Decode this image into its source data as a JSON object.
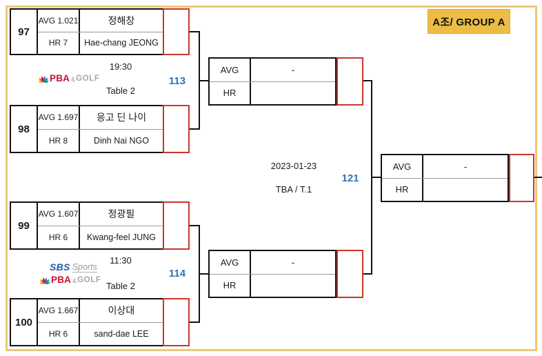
{
  "group": {
    "label": "A조/ GROUP A"
  },
  "colors": {
    "frame_gold": "#EBC878",
    "badge_yellow": "#ECBC45",
    "bracket_red": "#C9362B",
    "match_number_blue": "#2E74B5",
    "pba_red": "#C8102E",
    "sbs_blue": "#1E5DA8"
  },
  "players": [
    {
      "seed": "97",
      "avg": "AVG 1.021",
      "hr": "HR 7",
      "name_kr": "정해창",
      "name_en": "Hae-chang JEONG"
    },
    {
      "seed": "98",
      "avg": "AVG 1.697",
      "hr": "HR 8",
      "name_kr": "응고 딘 나이",
      "name_en": "Dinh Nai NGO"
    },
    {
      "seed": "99",
      "avg": "AVG 1.607",
      "hr": "HR 6",
      "name_kr": "정광필",
      "name_en": "Kwang-feel JUNG"
    },
    {
      "seed": "100",
      "avg": "AVG 1.667",
      "hr": "HR 6",
      "name_kr": "이상대",
      "name_en": "sand-dae LEE"
    }
  ],
  "score_box": {
    "avg_label": "AVG",
    "hr_label": "HR"
  },
  "matches": {
    "m113": {
      "number": "113",
      "time": "19:30",
      "table": "Table 2",
      "avg_value": "-",
      "hr_value": ""
    },
    "m114": {
      "number": "114",
      "time": "11:30",
      "table": "Table 2",
      "avg_value": "-",
      "hr_value": ""
    },
    "m121": {
      "number": "121",
      "date": "2023-01-23",
      "venue": "TBA / T.1",
      "avg_value": "-",
      "hr_value": ""
    }
  },
  "logos": {
    "pba_text": "PBA",
    "pba_amp": "&",
    "pba_golf": "GOLF",
    "sbs_text": "SBS",
    "sbs_sports": "Sports",
    "peacock_icon": "nbc-peacock-icon"
  }
}
